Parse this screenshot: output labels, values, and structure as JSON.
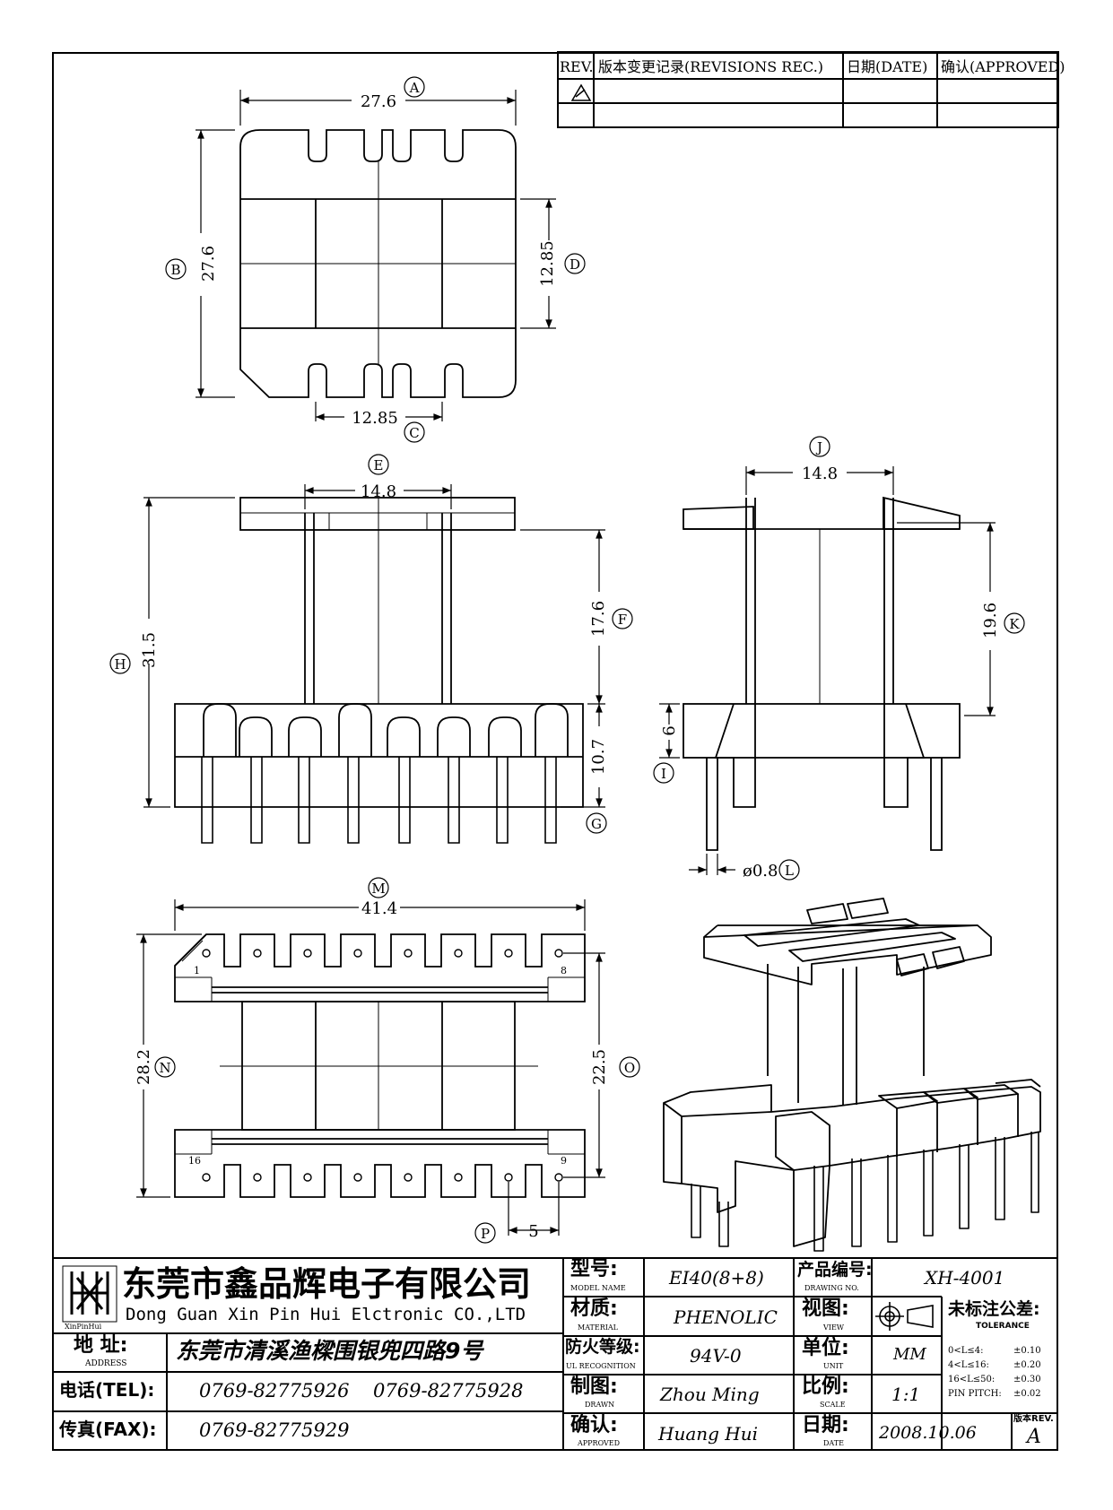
{
  "revisions": {
    "headers": [
      "REV.",
      "版本变更记录(REVISIONS REC.)",
      "日期(DATE)",
      "确认(APPROVED)"
    ],
    "rows": [
      {
        "rev": "",
        "record": "",
        "date": "",
        "approved": ""
      },
      {
        "rev": "",
        "record": "",
        "date": "",
        "approved": ""
      }
    ]
  },
  "dimensions": {
    "top_view": {
      "width": {
        "value": "27.6",
        "label": "A"
      },
      "height": {
        "value": "27.6",
        "label": "B"
      },
      "slot_bottom": {
        "value": "12.85",
        "label": "C"
      },
      "slot_side": {
        "value": "12.85",
        "label": "D"
      }
    },
    "front_view": {
      "core_width": {
        "value": "14.8",
        "label": "E"
      },
      "winding_height": {
        "value": "17.6",
        "label": "F"
      },
      "pin_length": {
        "value": "10.7",
        "label": "G"
      },
      "total_height": {
        "value": "31.5",
        "label": "H"
      }
    },
    "side_view": {
      "base_height": {
        "value": "6",
        "label": "I"
      },
      "core_width": {
        "value": "14.8",
        "label": "J"
      },
      "winding_height": {
        "value": "19.6",
        "label": "K"
      },
      "pin_diameter": {
        "value": "ø0.8",
        "label": "L"
      }
    },
    "bottom_view": {
      "total_width": {
        "value": "41.4",
        "label": "M"
      },
      "total_height": {
        "value": "28.2",
        "label": "N"
      },
      "row_spacing": {
        "value": "22.5",
        "label": "O"
      },
      "pin_pitch": {
        "value": "5",
        "label": "P"
      }
    },
    "pin_numbers": [
      "1",
      "8",
      "16",
      "9"
    ]
  },
  "company": {
    "name_cn": "东莞市鑫品辉电子有限公司",
    "name_en": "Dong Guan Xin Pin Hui Elctronic CO.,LTD",
    "logo_text": "XinPinHui"
  },
  "contact": {
    "address_label": "地 址:",
    "address_label_en": "ADDRESS",
    "address": "东莞市清溪渔樑围银兜四路9号",
    "tel_label": "电话(TEL):",
    "tel1": "0769-82775926",
    "tel2": "0769-82775928",
    "fax_label": "传真(FAX):",
    "fax": "0769-82775929"
  },
  "title_block": {
    "model": {
      "label": "型号:",
      "label_en": "MODEL NAME",
      "value": "EI40(8+8)"
    },
    "material": {
      "label": "材质:",
      "label_en": "MATERIAL",
      "value": "PHENOLIC"
    },
    "fire": {
      "label": "防火等级:",
      "label_en": "UL RECOGNITION",
      "value": "94V-0"
    },
    "drawn": {
      "label": "制图:",
      "label_en": "DRAWN",
      "value": "Zhou Ming"
    },
    "approved": {
      "label": "确认:",
      "label_en": "APPROVED",
      "value": "Huang Hui"
    },
    "drawing_no": {
      "label": "产品编号:",
      "label_en": "DRAWING NO.",
      "value": "XH-4001"
    },
    "view": {
      "label": "视图:",
      "label_en": "VIEW"
    },
    "unit": {
      "label": "单位:",
      "label_en": "UNIT",
      "value": "MM"
    },
    "scale": {
      "label": "比例:",
      "label_en": "SCALE",
      "value": "1:1"
    },
    "date": {
      "label": "日期:",
      "label_en": "DATE",
      "value": "2008.10.06"
    },
    "rev": {
      "label": "版本REV.",
      "value": "A"
    },
    "tolerance": {
      "label": "未标注公差:",
      "label_en": "TOLERANCE",
      "rows": [
        {
          "range": "0<L≤4:",
          "value": "±0.10"
        },
        {
          "range": "4<L≤16:",
          "value": "±0.20"
        },
        {
          "range": "16<L≤50:",
          "value": "±0.30"
        },
        {
          "range": "PIN PITCH:",
          "value": "±0.02"
        }
      ]
    }
  }
}
